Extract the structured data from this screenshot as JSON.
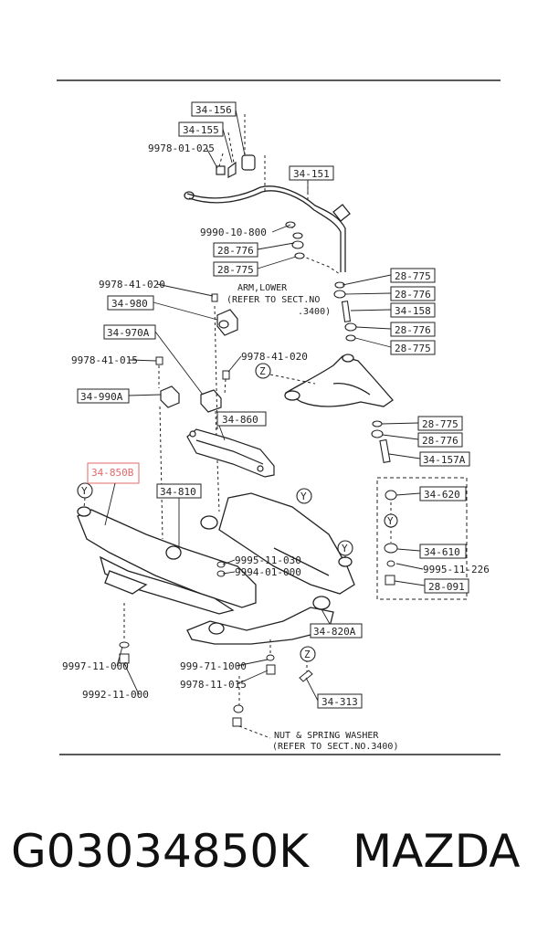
{
  "boxed_parts": [
    {
      "id": "p34156",
      "label": "34-156"
    },
    {
      "id": "p34155",
      "label": "34-155"
    },
    {
      "id": "p34151",
      "label": "34-151"
    },
    {
      "id": "p28776a",
      "label": "28-776"
    },
    {
      "id": "p28775a",
      "label": "28-775"
    },
    {
      "id": "p34980",
      "label": "34-980"
    },
    {
      "id": "p34970a",
      "label": "34-970A"
    },
    {
      "id": "p34990a",
      "label": "34-990A"
    },
    {
      "id": "p34860",
      "label": "34-860"
    },
    {
      "id": "p34850b",
      "label": "34-850B",
      "highlighted": true
    },
    {
      "id": "p34810",
      "label": "34-810"
    },
    {
      "id": "p28775b",
      "label": "28-775"
    },
    {
      "id": "p28776b",
      "label": "28-776"
    },
    {
      "id": "p34158",
      "label": "34-158"
    },
    {
      "id": "p28776c",
      "label": "28-776"
    },
    {
      "id": "p28775c",
      "label": "28-775"
    },
    {
      "id": "p28775d",
      "label": "28-775"
    },
    {
      "id": "p28776d",
      "label": "28-776"
    },
    {
      "id": "p34157a",
      "label": "34-157A"
    },
    {
      "id": "p34620",
      "label": "34-620"
    },
    {
      "id": "p34610",
      "label": "34-610"
    },
    {
      "id": "p28091",
      "label": "28-091"
    },
    {
      "id": "p34820a",
      "label": "34-820A"
    },
    {
      "id": "p34313",
      "label": "34-313"
    }
  ],
  "plain_parts": [
    {
      "id": "n997801025",
      "label": "9978-01-025"
    },
    {
      "id": "n999010800",
      "label": "9990-10-800"
    },
    {
      "id": "n997841020a",
      "label": "9978-41-020"
    },
    {
      "id": "n997841015",
      "label": "9978-41-015"
    },
    {
      "id": "n997841020b",
      "label": "9978-41-020"
    },
    {
      "id": "n999511030",
      "label": "9995-11-030"
    },
    {
      "id": "n999401000",
      "label": "9994-01-000"
    },
    {
      "id": "n999511226",
      "label": "9995-11-226"
    },
    {
      "id": "n999711000",
      "label": "9997-11-000"
    },
    {
      "id": "n999211000",
      "label": "9992-11-000"
    },
    {
      "id": "n999711000b",
      "label": "999-71-1000"
    },
    {
      "id": "n997811015",
      "label": "9978-11-015"
    }
  ],
  "notes": {
    "arm_line1": "ARM,LOWER",
    "arm_line2": "(REFER TO SECT.NO",
    "arm_line3": ".3400)",
    "nut_line1": "NUT & SPRING WASHER",
    "nut_line2": "(REFER TO SECT.NO.3400)"
  },
  "markers": {
    "y": "Y",
    "z": "Z"
  },
  "caption": {
    "part_number": "G03034850K",
    "brand": "MAZDA"
  },
  "colors": {
    "ink": "#222222",
    "highlight": "#e06a6a"
  }
}
